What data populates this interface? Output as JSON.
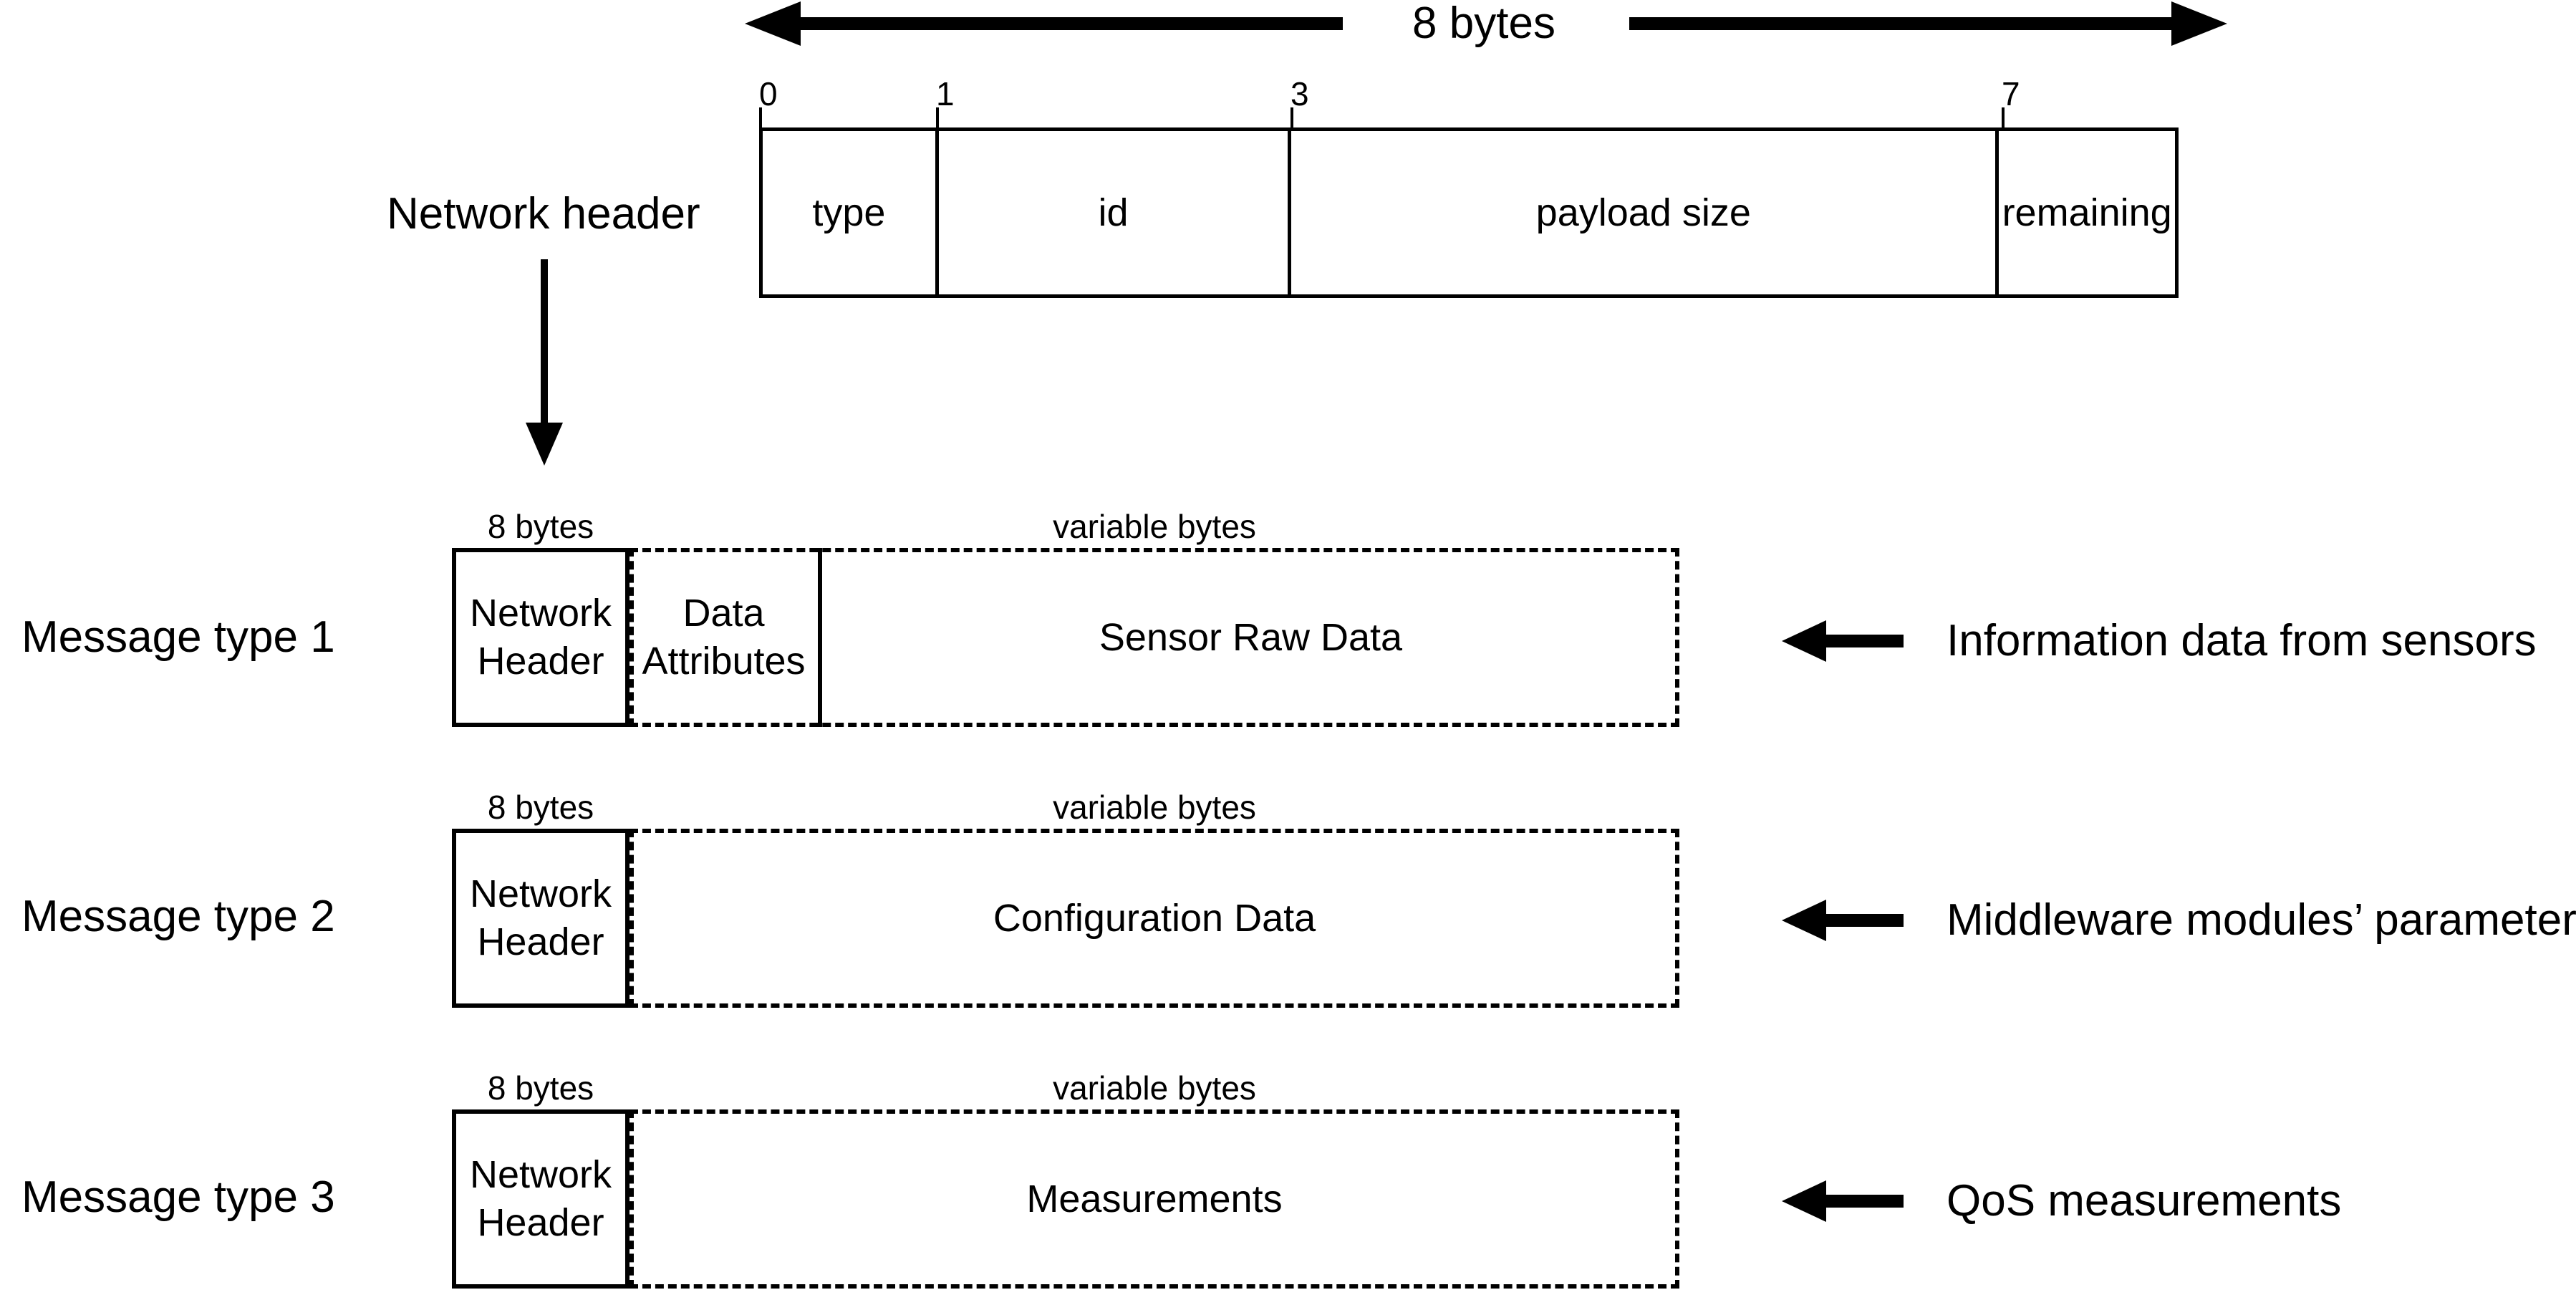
{
  "header_ruler": {
    "span_label": "8 bytes"
  },
  "network_header_callout": {
    "label": "Network header"
  },
  "byte_table": {
    "offsets": [
      "0",
      "1",
      "3",
      "7"
    ],
    "cells": [
      {
        "label": "type"
      },
      {
        "label": "id"
      },
      {
        "label": "payload size"
      },
      {
        "label": "remaining"
      }
    ]
  },
  "messages": [
    {
      "row_label": "Message type 1",
      "header_size_label": "8 bytes",
      "payload_size_label": "variable bytes",
      "header_box": {
        "line1": "Network",
        "line2": "Header"
      },
      "attributes_box": {
        "line1": "Data",
        "line2": "Attributes"
      },
      "payload_label": "Sensor Raw Data",
      "annotation": "Information data from sensors"
    },
    {
      "row_label": "Message type 2",
      "header_size_label": "8 bytes",
      "payload_size_label": "variable bytes",
      "header_box": {
        "line1": "Network",
        "line2": "Header"
      },
      "payload_label": "Configuration Data",
      "annotation": "Middleware modules’ parameters"
    },
    {
      "row_label": "Message type 3",
      "header_size_label": "8 bytes",
      "payload_size_label": "variable bytes",
      "header_box": {
        "line1": "Network",
        "line2": "Header"
      },
      "payload_label": "Measurements",
      "annotation": "QoS measurements"
    }
  ],
  "colors": {
    "stroke": "#000000",
    "background": "#ffffff"
  }
}
